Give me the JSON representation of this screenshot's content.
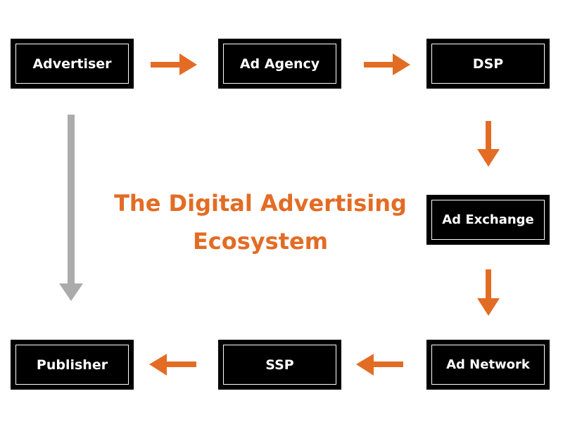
{
  "title": {
    "line1": "The Digital Advertising",
    "line2": "Ecosystem"
  },
  "nodes": {
    "advertiser": "Advertiser",
    "ad_agency": "Ad Agency",
    "dsp": "DSP",
    "ad_exchange": "Ad Exchange",
    "ad_network": "Ad Network",
    "ssp": "SSP",
    "publisher": "Publisher"
  },
  "colors": {
    "accent": "#E36C25",
    "direct_arrow": "#ABABAB",
    "box": "#000000"
  }
}
